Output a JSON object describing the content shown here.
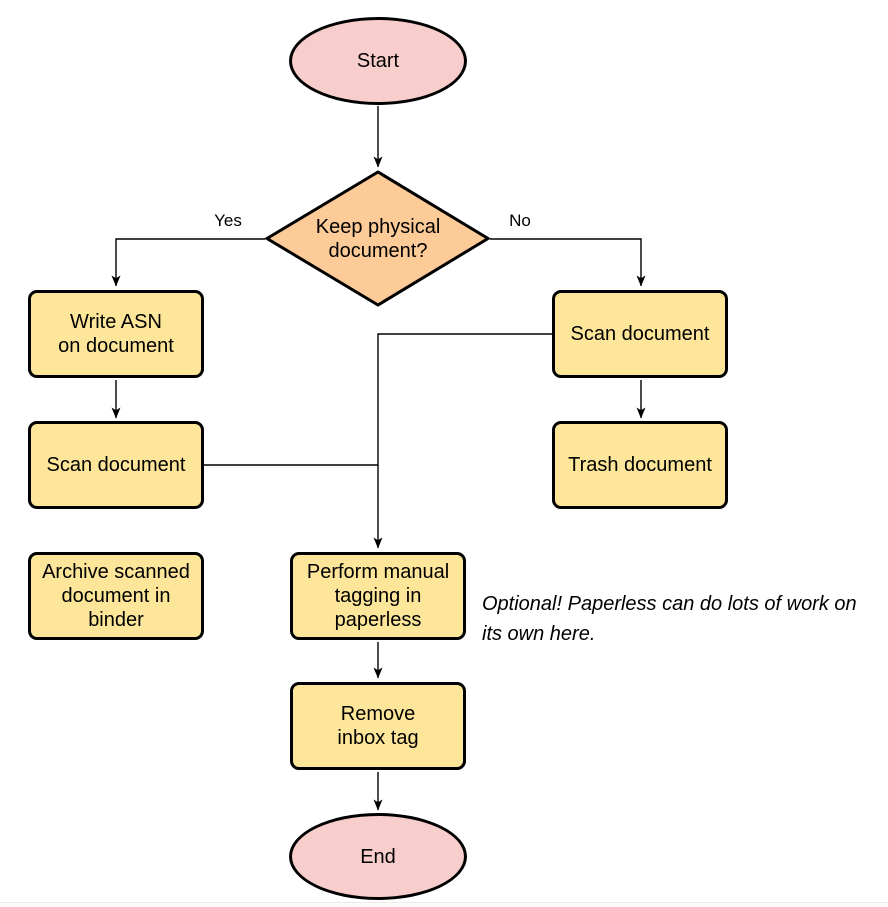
{
  "diagram": {
    "nodes": [
      {
        "id": "start",
        "shape": "ellipse",
        "label": "Start"
      },
      {
        "id": "decision",
        "shape": "diamond",
        "label": "Keep physical\ndocument?"
      },
      {
        "id": "write-asn",
        "shape": "rect",
        "label": "Write ASN\non document"
      },
      {
        "id": "scan-left",
        "shape": "rect",
        "label": "Scan document"
      },
      {
        "id": "archive",
        "shape": "rect",
        "label": "Archive scanned\ndocument in\nbinder"
      },
      {
        "id": "scan-right",
        "shape": "rect",
        "label": "Scan document"
      },
      {
        "id": "trash",
        "shape": "rect",
        "label": "Trash document"
      },
      {
        "id": "tagging",
        "shape": "rect",
        "label": "Perform manual\ntagging in\npaperless"
      },
      {
        "id": "remove-inbox",
        "shape": "rect",
        "label": "Remove\ninbox tag"
      },
      {
        "id": "end",
        "shape": "ellipse",
        "label": "End"
      }
    ],
    "edge_labels": {
      "yes": "Yes",
      "no": "No"
    },
    "note": "Optional! Paperless can do lots of work on\nits own here.",
    "colors": {
      "terminal_fill": "#f8cecc",
      "decision_fill": "#fccb98",
      "process_fill": "#fde699",
      "stroke": "#000000"
    }
  }
}
